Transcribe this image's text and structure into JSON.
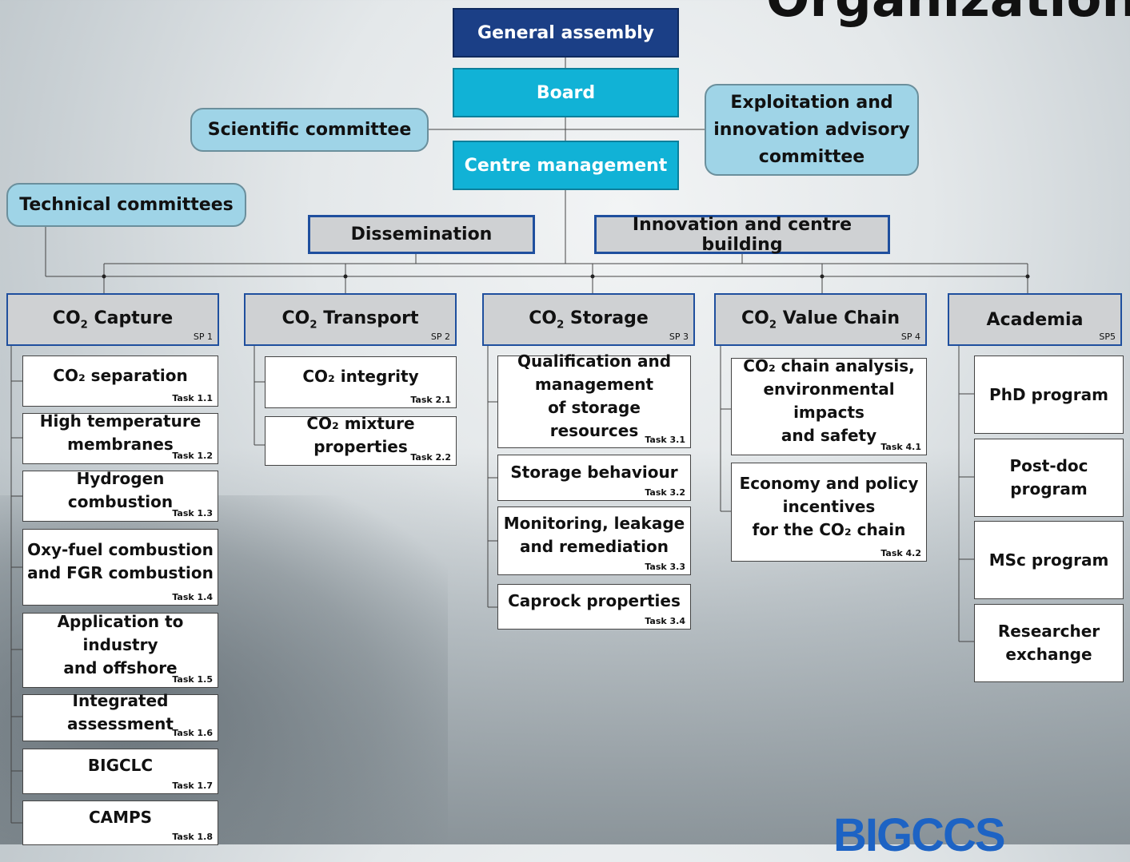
{
  "page_title": "Organization",
  "logo_text": "BIGCCS",
  "top": {
    "general_assembly": "General assembly",
    "board": "Board",
    "scientific_committee": "Scientific committee",
    "exploitation_committee": "Exploitation and\ninnovation advisory\ncommittee",
    "centre_management": "Centre management",
    "technical_committees": "Technical committees",
    "dissemination": "Dissemination",
    "innovation": "Innovation and centre building"
  },
  "subprograms": [
    {
      "prefix": "CO",
      "sub": "2",
      "suffix": " Capture",
      "code": "SP 1"
    },
    {
      "prefix": "CO",
      "sub": "2",
      "suffix": " Transport",
      "code": "SP 2"
    },
    {
      "prefix": "CO",
      "sub": "2",
      "suffix": " Storage",
      "code": "SP 3"
    },
    {
      "prefix": "CO",
      "sub": "2",
      "suffix": " Value Chain",
      "code": "SP 4"
    },
    {
      "prefix": "",
      "sub": "",
      "suffix": "Academia",
      "code": "SP5"
    }
  ],
  "tasks": {
    "sp1": [
      {
        "label": "CO₂ separation",
        "num": "Task 1.1"
      },
      {
        "label": "High temperature\nmembranes",
        "num": "Task 1.2"
      },
      {
        "label": "Hydrogen combustion",
        "num": "Task 1.3"
      },
      {
        "label": "Oxy-fuel combustion\nand FGR combustion",
        "num": "Task 1.4"
      },
      {
        "label": "Application to industry\nand offshore",
        "num": "Task 1.5"
      },
      {
        "label": "Integrated assessment",
        "num": "Task 1.6"
      },
      {
        "label": "BIGCLC",
        "num": "Task 1.7"
      },
      {
        "label": "CAMPS",
        "num": "Task 1.8"
      }
    ],
    "sp2": [
      {
        "label": "CO₂ integrity",
        "num": "Task 2.1"
      },
      {
        "label": "CO₂ mixture properties",
        "num": "Task 2.2"
      }
    ],
    "sp3": [
      {
        "label": "Qualification and\nmanagement\nof storage resources",
        "num": "Task 3.1"
      },
      {
        "label": "Storage behaviour",
        "num": "Task 3.2"
      },
      {
        "label": "Monitoring, leakage\nand remediation",
        "num": "Task 3.3"
      },
      {
        "label": "Caprock properties",
        "num": "Task 3.4"
      }
    ],
    "sp4": [
      {
        "label": "CO₂ chain analysis,\nenvironmental impacts\nand safety",
        "num": "Task 4.1"
      },
      {
        "label": "Economy and policy\nincentives\nfor the CO₂ chain",
        "num": "Task 4.2"
      }
    ],
    "sp5": [
      {
        "label": "PhD program"
      },
      {
        "label": "Post-doc program"
      },
      {
        "label": "MSc program"
      },
      {
        "label": "Researcher\nexchange"
      }
    ]
  }
}
